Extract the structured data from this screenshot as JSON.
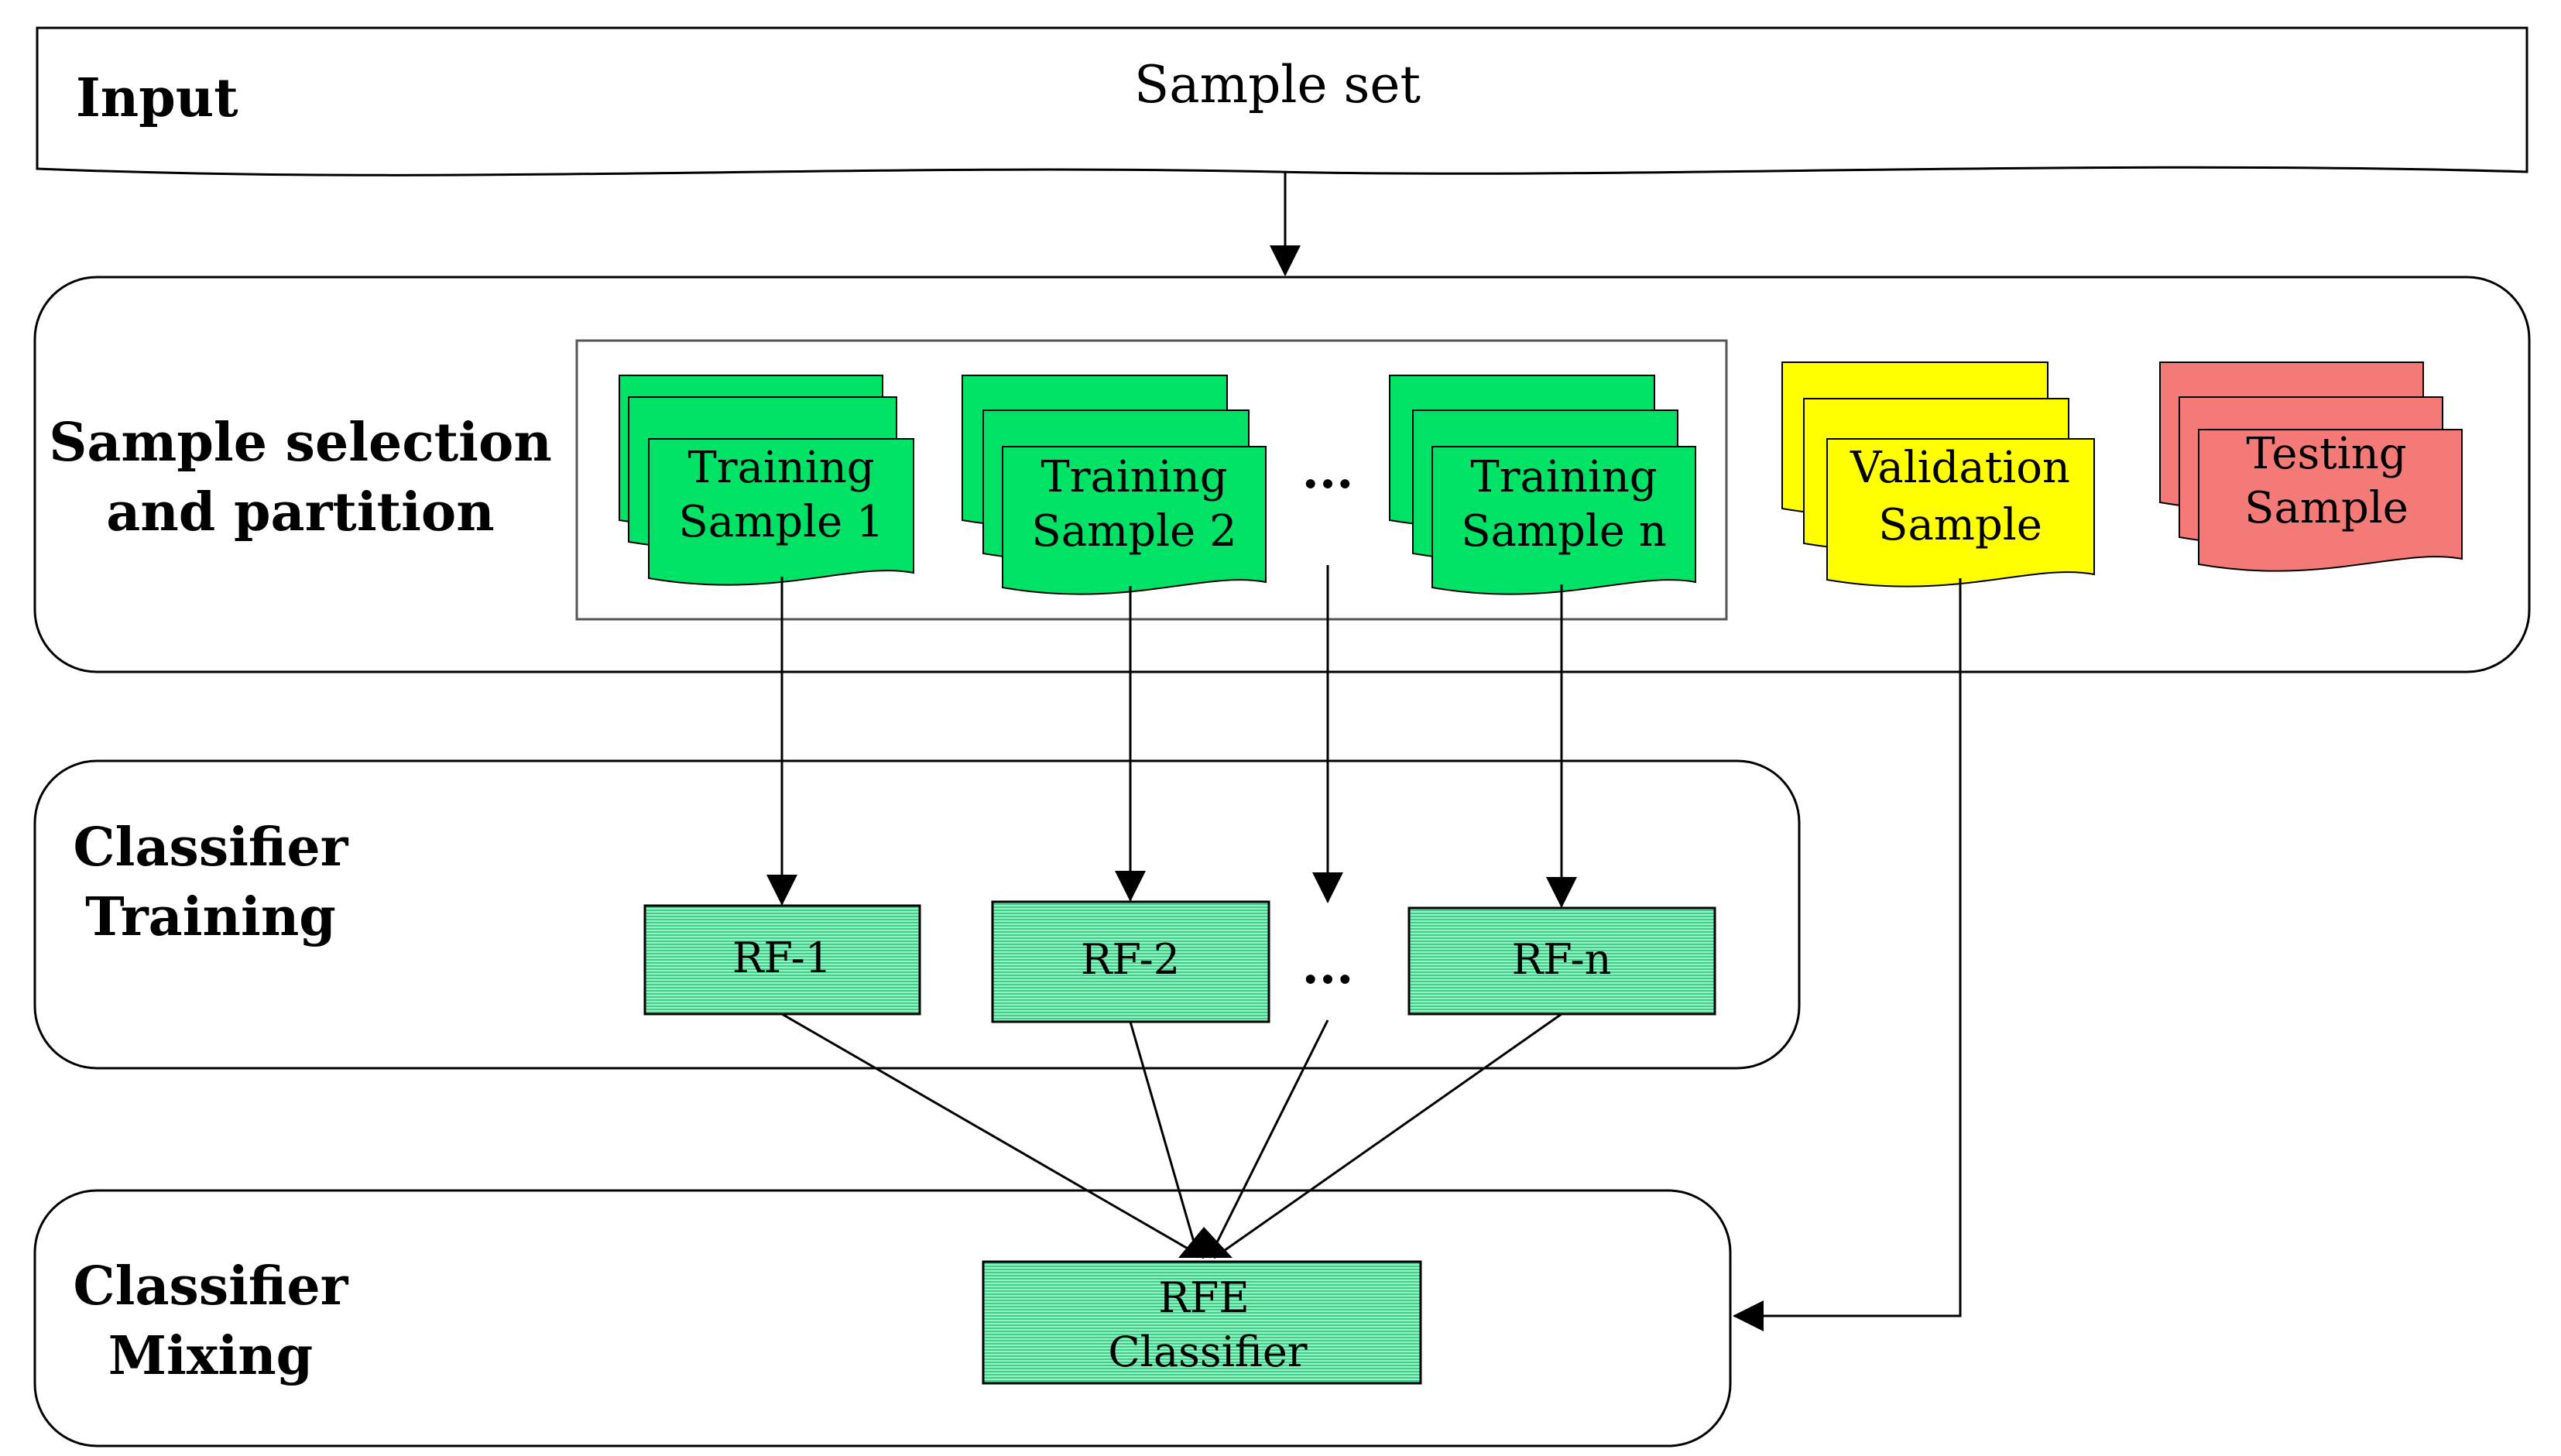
{
  "input": {
    "label": "Input",
    "content": "Sample set"
  },
  "sections": {
    "selection": {
      "line1": "Sample selection",
      "line2": "and partition"
    },
    "training": {
      "line1": "Classifier",
      "line2": "Training"
    },
    "mixing": {
      "line1": "Classifier",
      "line2": "Mixing"
    }
  },
  "samples": {
    "training": [
      {
        "line1": "Training",
        "line2": "Sample 1"
      },
      {
        "line1": "Training",
        "line2": "Sample 2"
      },
      {
        "line1": "Training",
        "line2": "Sample n"
      }
    ],
    "validation": {
      "line1": "Validation",
      "line2": "Sample"
    },
    "testing": {
      "line1": "Testing",
      "line2": "Sample"
    }
  },
  "ellipsis": "...",
  "classifiers": [
    "RF-1",
    "RF-2",
    "RF-n"
  ],
  "ensemble": {
    "line1": "RFE",
    "line2": "Classifier"
  },
  "colors": {
    "training_fill": "#00e266",
    "validation_fill": "#ffff00",
    "testing_fill": "#f47a78",
    "classifier_fill": "#3dd08a"
  }
}
